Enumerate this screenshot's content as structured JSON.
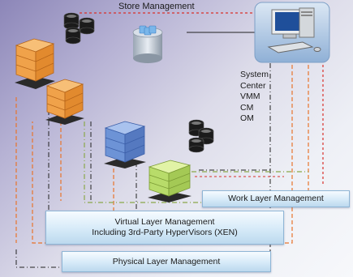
{
  "store_management_label": "Store Management",
  "system_center_lines": [
    "System",
    "Center",
    "VMM",
    "CM",
    "OM"
  ],
  "banners": {
    "work_layer": "Work Layer Management",
    "virtual_layer_line1": "Virtual Layer Management",
    "virtual_layer_line2": "Including 3rd-Party HyperVisors (XEN)",
    "physical_layer": "Physical Layer Management"
  },
  "icons": {
    "storage": "database-stack-icon",
    "management": "desktop-computer-icon",
    "catalog": "storage-cylinder-icon",
    "orange_servers": "server-stack-icon",
    "blue_servers": "server-stack-icon",
    "green_servers": "server-stack-icon"
  },
  "colors": {
    "orange_line": "#e8742c",
    "red_line": "#d9302a",
    "green_line": "#8aa84a",
    "black_line": "#222222",
    "orange_server": "#f0a24a",
    "blue_server": "#6d93d6",
    "green_server": "#b8dc6a"
  }
}
